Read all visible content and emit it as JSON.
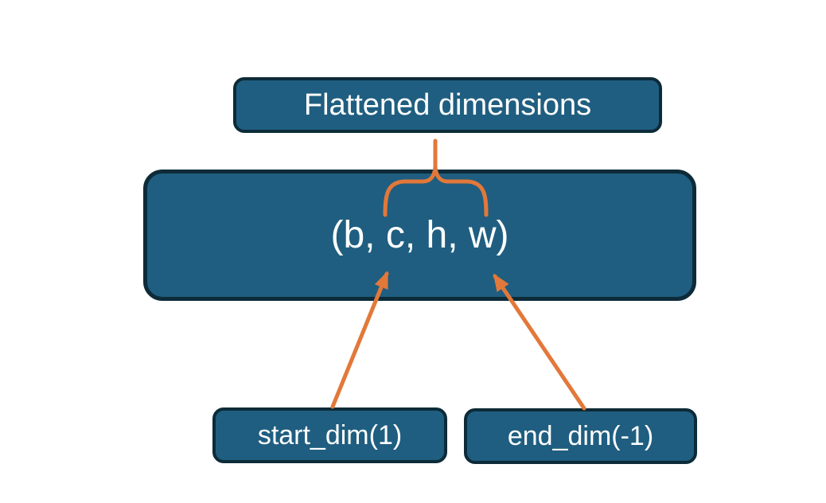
{
  "diagram": {
    "title_box": {
      "label": "Flattened dimensions"
    },
    "tensor_box": {
      "label": "(b, c, h, w)"
    },
    "start_dim_box": {
      "label": "start_dim(1)"
    },
    "end_dim_box": {
      "label": "end_dim(-1)"
    },
    "connectors": {
      "brace": "curly-brace-opening-down-linking-title-to-flattened-span",
      "arrow_left": "arrow-from-start-dim-to-dimension-c",
      "arrow_right": "arrow-from-end-dim-to-dimension-w"
    },
    "colors": {
      "box_fill": "#1f5e80",
      "box_border": "#0d2b38",
      "accent": "#e2783a",
      "text": "#ffffff",
      "background": "#ffffff"
    }
  }
}
